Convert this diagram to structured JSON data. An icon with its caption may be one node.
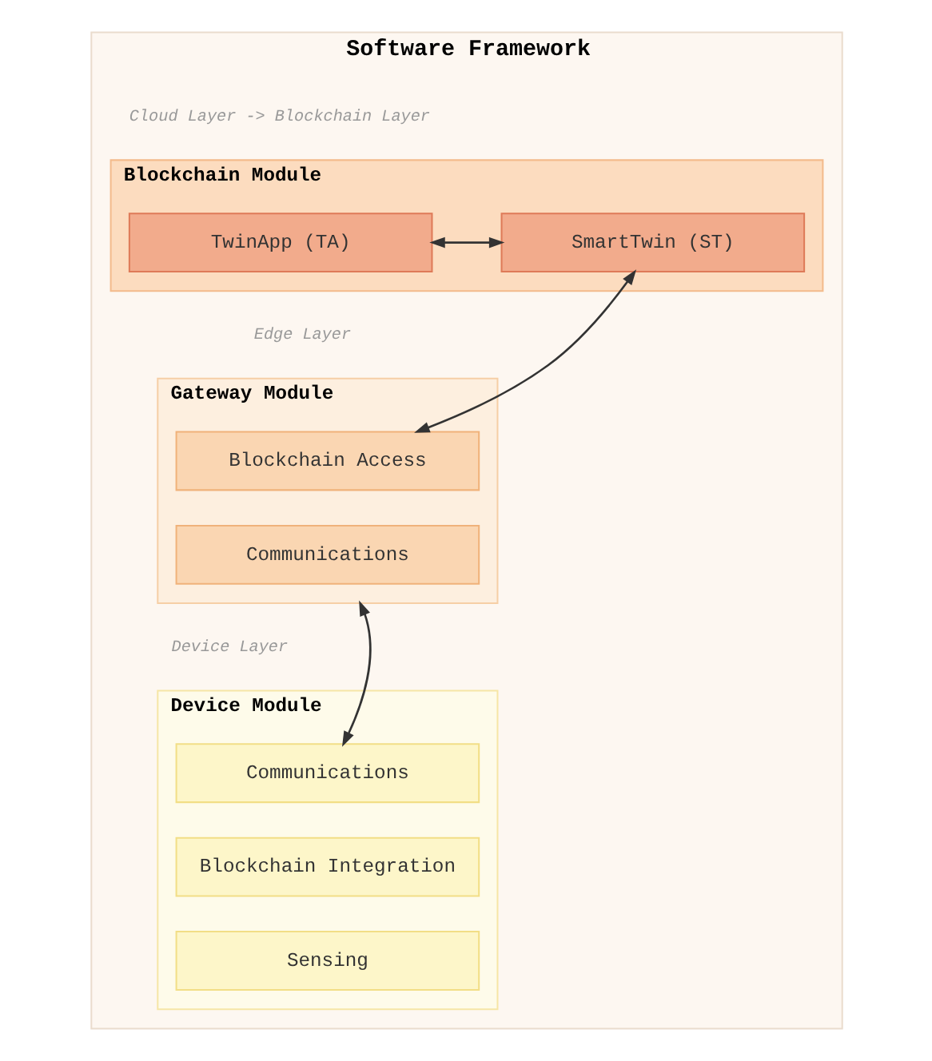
{
  "diagram": {
    "nodes": [
      {
        "text": [
          "Software Framework"
        ]
      },
      {
        "text": [
          "Blockchain Module"
        ],
        "in": 0
      },
      {
        "text": [
          "TwinApp (TA)"
        ],
        "in": 1
      },
      {
        "text": [
          "SmartTwin (ST)"
        ],
        "in": 1
      },
      {
        "text": [
          "Gateway Module"
        ],
        "in": 0
      },
      {
        "text": [
          "Blockchain Access"
        ],
        "in": 4
      },
      {
        "text": [
          "Communications"
        ],
        "in": 4
      },
      {
        "text": [
          "Device Module"
        ],
        "in": 0
      },
      {
        "text": [
          "Communications"
        ],
        "in": 7
      },
      {
        "text": [
          "Blockchain Integration"
        ],
        "in": 7
      },
      {
        "text": [
          "Sensing"
        ],
        "in": 7
      }
    ],
    "edges": [
      {
        "from": 2,
        "to": 3,
        "arrow": "both"
      },
      {
        "from": 3,
        "to": 5,
        "arrow": "both"
      },
      {
        "from": 4,
        "to": 8,
        "arrow": "both"
      }
    ],
    "labels": [
      "Cloud Layer -> Blockchain Layer",
      "Edge Layer",
      "Device Layer"
    ]
  }
}
